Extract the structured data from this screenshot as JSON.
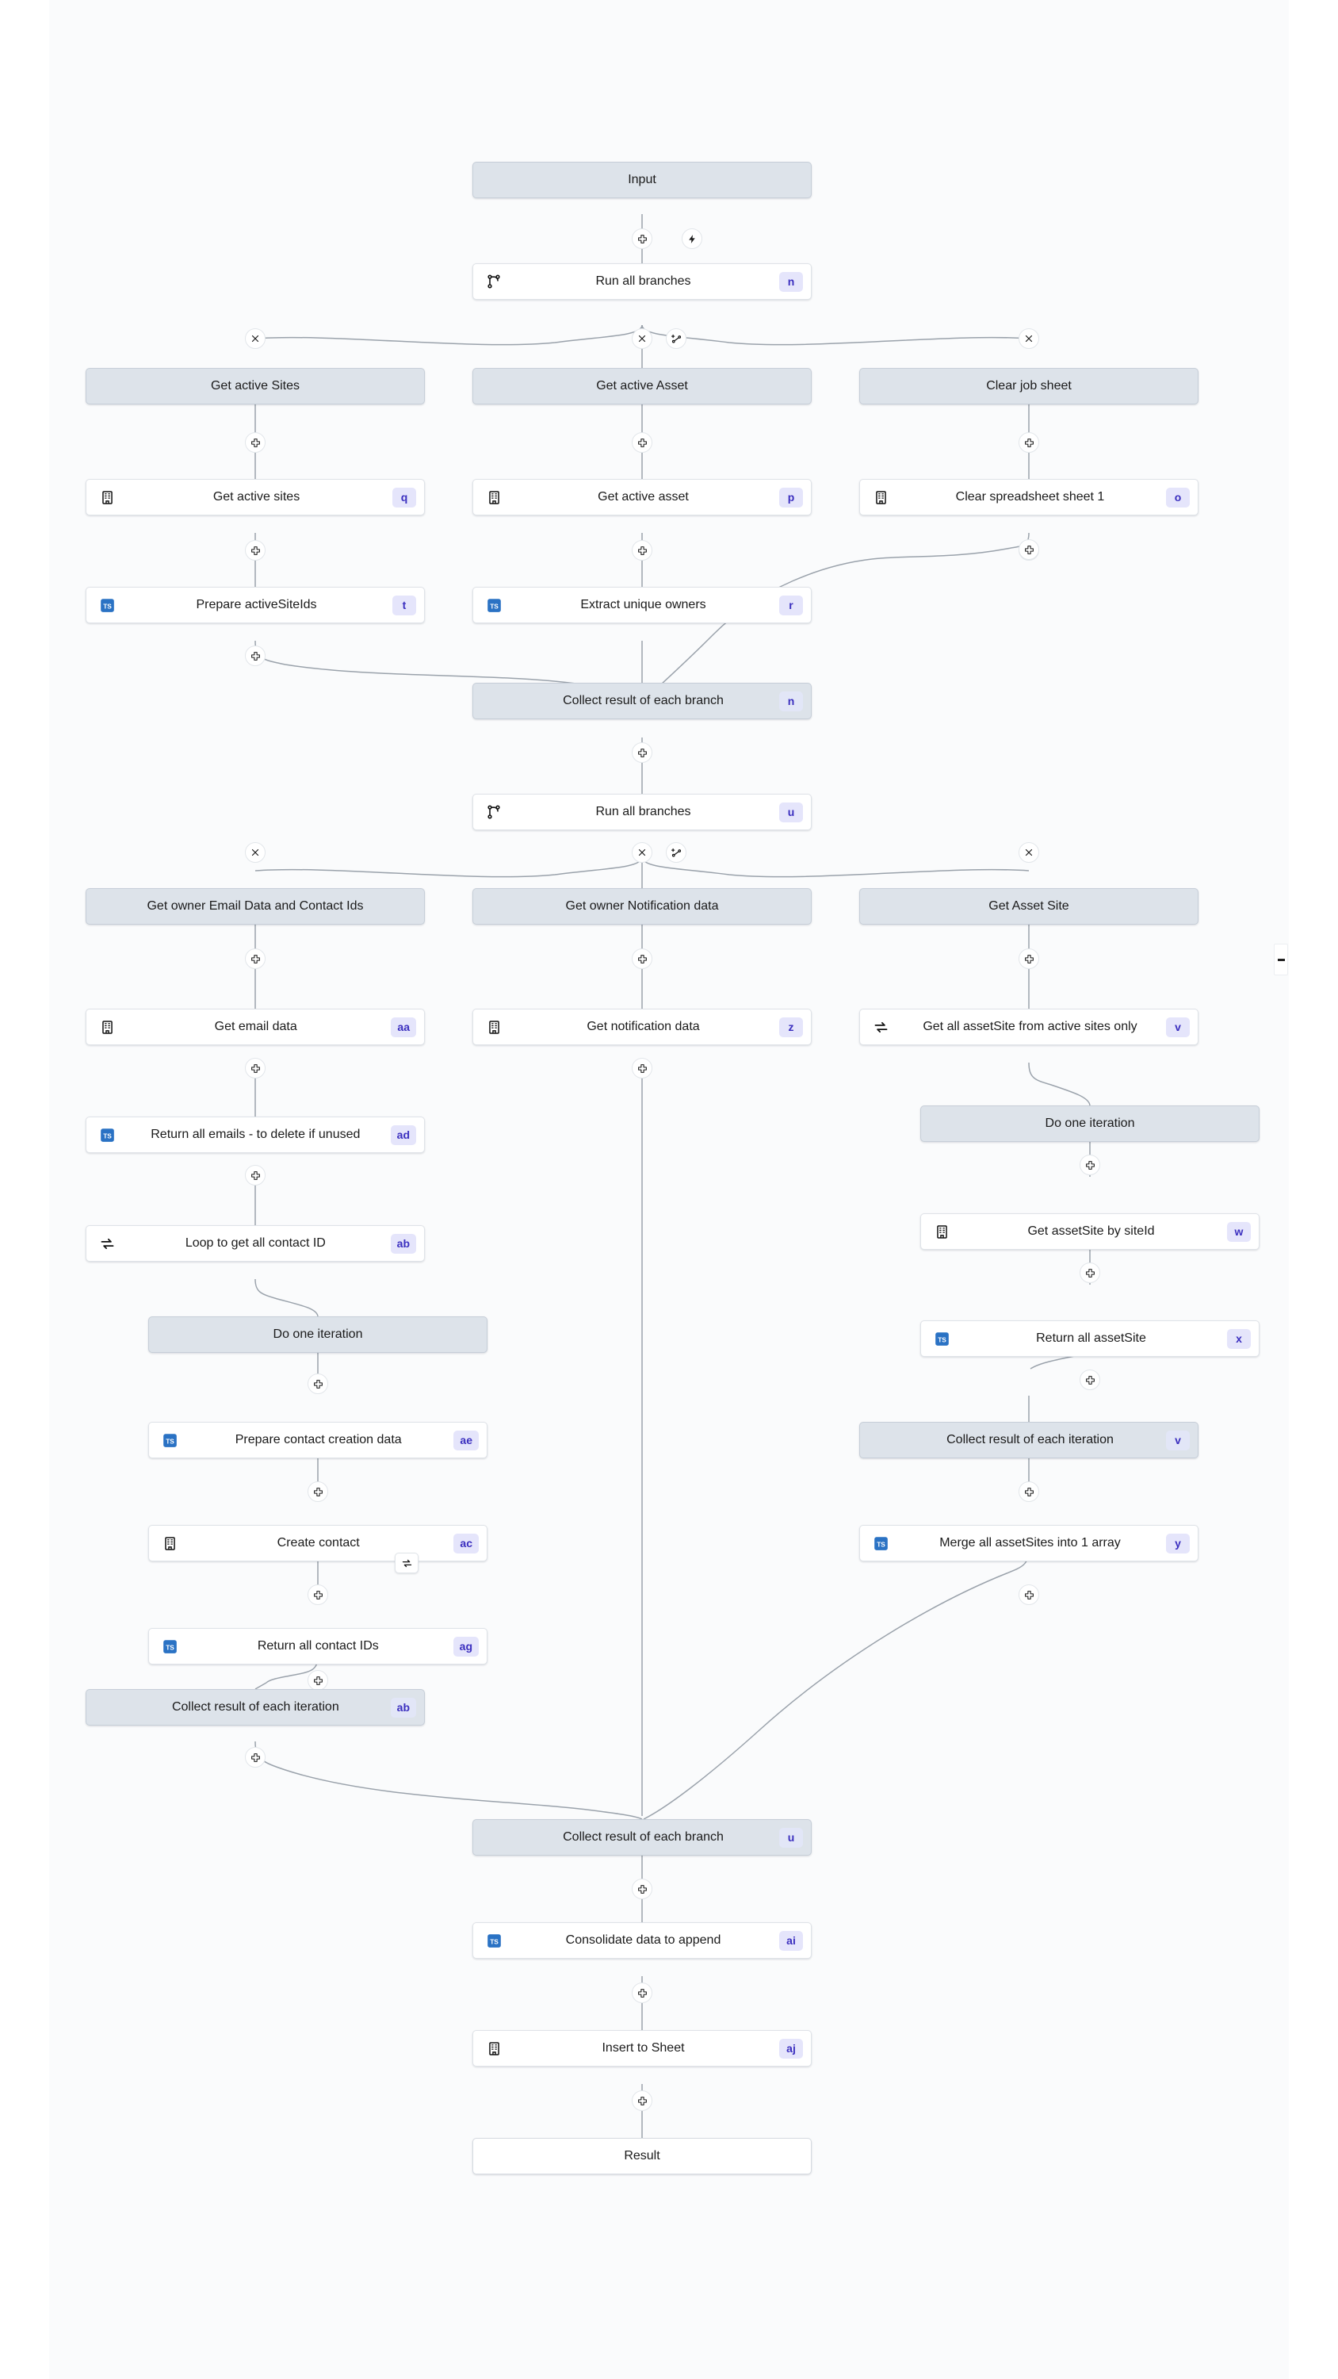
{
  "canvas": {
    "title": "Workflow canvas",
    "icons": {
      "plus": "plus-icon",
      "lightning": "lightning-icon",
      "branch": "branch-icon",
      "close": "close-icon",
      "add-branch": "add-branch-icon",
      "loop": "loop-icon",
      "building": "building-icon",
      "typescript": "typescript-icon"
    },
    "colors": {
      "background": "#ffffff",
      "canvas": "#fafbfc",
      "grey_node": "#dde3ea",
      "grey_node_border": "#c6ced8",
      "white_node": "#ffffff",
      "white_node_border": "#dfe3e8",
      "badge_bg": "#e5e5fb",
      "badge_text": "#3b2fbf",
      "edge": "#9aa2ab",
      "ts_icon": "#2a72c4"
    }
  },
  "nodes": [
    {
      "id": "input",
      "label": "Input",
      "badge": "",
      "icon": "none",
      "kind": "input"
    },
    {
      "id": "runall1",
      "label": "Run all branches",
      "badge": "n",
      "icon": "branch",
      "kind": "white"
    },
    {
      "id": "br1a",
      "label": "Get active Sites",
      "badge": "",
      "icon": "none",
      "kind": "grey"
    },
    {
      "id": "br1b",
      "label": "Get active Asset",
      "badge": "",
      "icon": "none",
      "kind": "grey"
    },
    {
      "id": "br1c",
      "label": "Clear job sheet",
      "badge": "",
      "icon": "none",
      "kind": "grey"
    },
    {
      "id": "getsites",
      "label": "Get active sites",
      "badge": "q",
      "icon": "building",
      "kind": "white"
    },
    {
      "id": "getasset",
      "label": "Get active asset",
      "badge": "p",
      "icon": "building",
      "kind": "white"
    },
    {
      "id": "clearsheet",
      "label": "Clear spreadsheet sheet 1",
      "badge": "o",
      "icon": "building",
      "kind": "white"
    },
    {
      "id": "prepsiteids",
      "label": "Prepare activeSiteIds",
      "badge": "t",
      "icon": "typescript",
      "kind": "white"
    },
    {
      "id": "extractowners",
      "label": "Extract unique owners",
      "badge": "r",
      "icon": "typescript",
      "kind": "white"
    },
    {
      "id": "collect1",
      "label": "Collect result of each branch",
      "badge": "n",
      "icon": "none",
      "kind": "grey"
    },
    {
      "id": "runall2",
      "label": "Run all branches",
      "badge": "u",
      "icon": "branch",
      "kind": "white"
    },
    {
      "id": "br2a",
      "label": "Get owner Email Data and Contact Ids",
      "badge": "",
      "icon": "none",
      "kind": "grey"
    },
    {
      "id": "br2b",
      "label": "Get owner Notification data",
      "badge": "",
      "icon": "none",
      "kind": "grey"
    },
    {
      "id": "br2c",
      "label": "Get Asset Site",
      "badge": "",
      "icon": "none",
      "kind": "grey"
    },
    {
      "id": "getemail",
      "label": "Get email data",
      "badge": "aa",
      "icon": "building",
      "kind": "white"
    },
    {
      "id": "getnotif",
      "label": "Get notification data",
      "badge": "z",
      "icon": "building",
      "kind": "white"
    },
    {
      "id": "getassetsite",
      "label": "Get all assetSite from active sites only",
      "badge": "v",
      "icon": "loop",
      "kind": "white"
    },
    {
      "id": "returnemails",
      "label": "Return all emails - to delete if unused",
      "badge": "ad",
      "icon": "typescript",
      "kind": "white"
    },
    {
      "id": "doiter2",
      "label": "Do one iteration",
      "badge": "",
      "icon": "none",
      "kind": "grey"
    },
    {
      "id": "loopcontact",
      "label": "Loop to get all contact ID",
      "badge": "ab",
      "icon": "loop",
      "kind": "white"
    },
    {
      "id": "getassetbyid",
      "label": "Get assetSite by siteId",
      "badge": "w",
      "icon": "building",
      "kind": "white"
    },
    {
      "id": "doiter1",
      "label": "Do one iteration",
      "badge": "",
      "icon": "none",
      "kind": "grey"
    },
    {
      "id": "returnassets",
      "label": "Return all assetSite",
      "badge": "x",
      "icon": "typescript",
      "kind": "white"
    },
    {
      "id": "prepcontact",
      "label": "Prepare contact creation data",
      "badge": "ae",
      "icon": "typescript",
      "kind": "white"
    },
    {
      "id": "collectiter2",
      "label": "Collect result of each iteration",
      "badge": "v",
      "icon": "none",
      "kind": "grey"
    },
    {
      "id": "createcontact",
      "label": "Create contact",
      "badge": "ac",
      "icon": "building",
      "kind": "white",
      "loop_badge": true
    },
    {
      "id": "mergeassets",
      "label": "Merge all assetSites into 1 array",
      "badge": "y",
      "icon": "typescript",
      "kind": "white"
    },
    {
      "id": "returncids",
      "label": "Return all contact IDs",
      "badge": "ag",
      "icon": "typescript",
      "kind": "white"
    },
    {
      "id": "collectiter1",
      "label": "Collect result of each iteration",
      "badge": "ab",
      "icon": "none",
      "kind": "grey"
    },
    {
      "id": "collect2",
      "label": "Collect result of each branch",
      "badge": "u",
      "icon": "none",
      "kind": "grey"
    },
    {
      "id": "consolidate",
      "label": "Consolidate data to append",
      "badge": "ai",
      "icon": "typescript",
      "kind": "white"
    },
    {
      "id": "insertsheet",
      "label": "Insert to Sheet",
      "badge": "aj",
      "icon": "building",
      "kind": "white"
    },
    {
      "id": "result",
      "label": "Result",
      "badge": "",
      "icon": "none",
      "kind": "plain"
    }
  ],
  "handles": {
    "plus_label": "Add step",
    "close_label": "Remove branch",
    "addbranch_label": "Add branch",
    "lightning_label": "Add trigger"
  }
}
